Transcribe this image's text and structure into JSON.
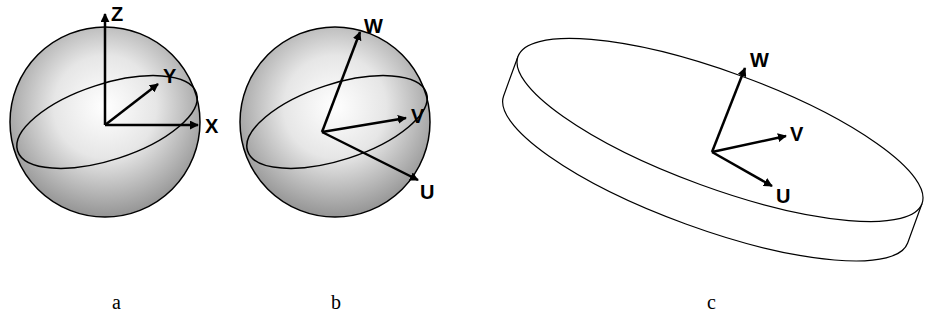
{
  "diagram": {
    "labels": [
      "Z",
      "Y",
      "X",
      "W",
      "V",
      "U",
      "W",
      "V",
      "U",
      "a",
      "b",
      "c"
    ]
  }
}
